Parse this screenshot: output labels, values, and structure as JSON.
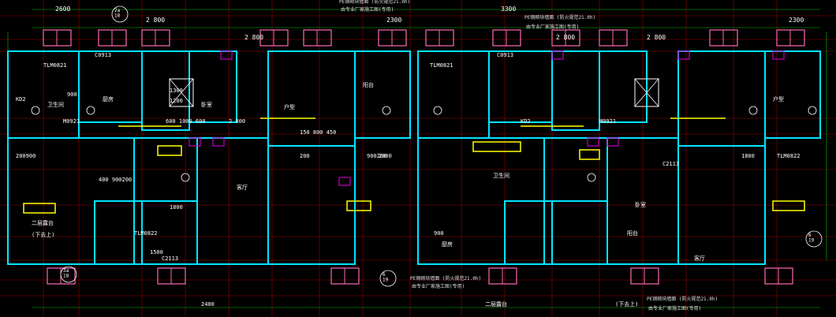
{
  "colors": {
    "background": "#000000",
    "wall": "#00e5ff",
    "grid": "#c00000",
    "dim": "#00c000",
    "label": "#ffffff",
    "window": "#ff69b4",
    "fixture": "#ffff00",
    "purple": "#c000c0",
    "note": "#e0e0e0"
  },
  "top_dims": [
    {
      "label": "2600"
    },
    {
      "label": "2 800"
    },
    {
      "label": "2 800"
    },
    {
      "label": "2300"
    },
    {
      "label": "3300"
    },
    {
      "label": "2 800"
    },
    {
      "label": "2 800"
    },
    {
      "label": "2300"
    }
  ],
  "axis_tags": [
    {
      "label": "2a\n18"
    },
    {
      "label": "3a\n18"
    },
    {
      "label": "6\n19"
    },
    {
      "label": "6\n19"
    }
  ],
  "notes": [
    {
      "label": "PE钢砌块墙面 (防火规范21.0h)"
    },
    {
      "label": "由专业厂家施工图(专用)"
    },
    {
      "label": "PE钢砌块墙面 (防火规范21.0h)"
    },
    {
      "label": "由专业厂家施工图(专用)"
    },
    {
      "label": "PE钢砌块墙面 (防火规范21.0h)"
    },
    {
      "label": "由专业厂家施工图(专用)"
    },
    {
      "label": "PE钢砌块墙面 (防火规范21.0h)"
    },
    {
      "label": "由专业厂家施工图(专用)"
    }
  ],
  "room_labels": [
    {
      "label": "TLM0821"
    },
    {
      "label": "C0913"
    },
    {
      "label": "卫生间"
    },
    {
      "label": "KD2"
    },
    {
      "label": "900"
    },
    {
      "label": "厨房"
    },
    {
      "label": "M0921"
    },
    {
      "label": "卧室"
    },
    {
      "label": "阳台"
    },
    {
      "label": "客厅"
    },
    {
      "label": "TLM0822"
    },
    {
      "label": "1800"
    },
    {
      "label": "二层露台"
    },
    {
      "label": "(下去上)"
    },
    {
      "label": "户型"
    },
    {
      "label": "C2113"
    },
    {
      "label": "1500"
    },
    {
      "label": "2400"
    },
    {
      "label": "200900"
    },
    {
      "label": "900200"
    },
    {
      "label": "600 1000 600"
    },
    {
      "label": "2 800"
    },
    {
      "label": "1300"
    },
    {
      "label": "1200"
    },
    {
      "label": "400 900200"
    },
    {
      "label": "150 800 450"
    },
    {
      "label": "2000"
    },
    {
      "label": "200"
    }
  ]
}
